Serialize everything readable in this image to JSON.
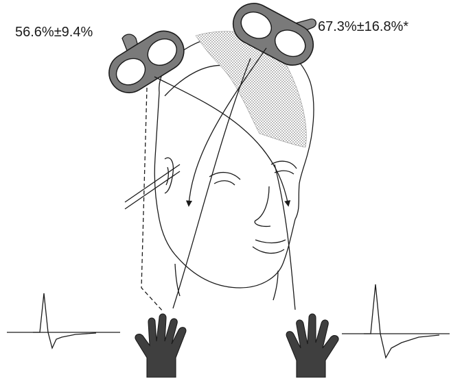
{
  "labels": {
    "left_coil_value": "56.6%±9.4%",
    "right_coil_value": "67.3%±16.8%*"
  },
  "colors": {
    "ink": "#1a1a1a",
    "coil_fill": "#777777",
    "hand_fill": "#3f3f3f",
    "cortex_stipple": "#9a9a9a"
  },
  "icons": [
    "tms-coil-icon",
    "head-outline",
    "hand-icon",
    "mep-waveform"
  ]
}
